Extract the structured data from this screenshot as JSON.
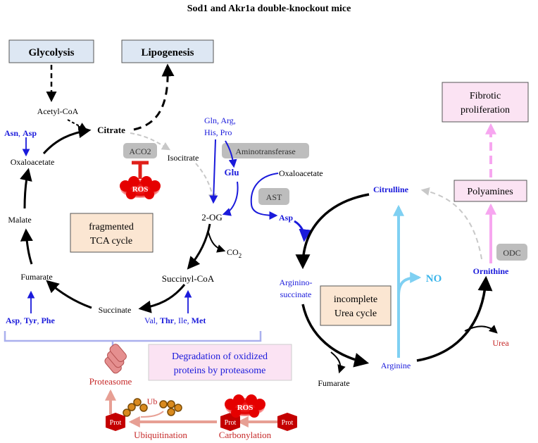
{
  "title": "Sod1 and Akr1a double-knockout mice",
  "boxes": {
    "glycolysis": "Glycolysis",
    "lipogenesis": "Lipogenesis",
    "fibrotic_line1": "Fibrotic",
    "fibrotic_line2": "proliferation",
    "polyamines": "Polyamines",
    "tca_line1": "fragmented",
    "tca_line2": "TCA cycle",
    "urea_line1": "incomplete",
    "urea_line2": "Urea cycle",
    "degradation_line1": "Degradation of oxidized",
    "degradation_line2": "proteins by proteasome"
  },
  "enzymes": {
    "aco2": "ACO2",
    "aminotransferase": "Aminotransferase",
    "ast": "AST",
    "odc": "ODC"
  },
  "tca": {
    "acetyl_coa": "Acetyl-CoA",
    "citrate": "Citrate",
    "isocitrate": "Isocitrate",
    "two_og": "2-OG",
    "co2": "CO",
    "co2_sub": "2",
    "succinyl_coa": "Succinyl-CoA",
    "succinate": "Succinate",
    "fumarate": "Fumarate",
    "malate": "Malate",
    "oxaloacetate": "Oxaloacetate"
  },
  "amino_acids": {
    "asn": "Asn",
    "asp": "Asp",
    "sep": ", ",
    "gln_line1": "Gln, Arg,",
    "gln_line2": "His, Pro",
    "glu": "Glu",
    "oxaloacetate2": "Oxaloacetate",
    "asp2": "Asp",
    "asp3": "Asp",
    "tyr": "Tyr",
    "phe": "Phe",
    "val": "Val",
    "thr": "Thr",
    "ile": "Ile",
    "met": "Met"
  },
  "urea": {
    "citrulline": "Citrulline",
    "arginino_line1": "Arginino-",
    "arginino_line2": "succinate",
    "no": "NO",
    "ornithine": "Ornithine",
    "urea": "Urea",
    "arginine": "Arginine",
    "fumarate2": "Fumarate"
  },
  "proteasome": {
    "proteasome": "Proteasome",
    "ub": "Ub",
    "ubiquitination": "Ubiquitination",
    "carbonylation": "Carbonylation",
    "prot": "Prot",
    "ros": "ROS"
  },
  "colors": {
    "blue": "#1a1adb",
    "red": "#d9262a",
    "box_blue": "#dde7f3",
    "box_pink": "#fbe3f3",
    "box_peach": "#fbe6d2",
    "light_blue": "#7fd0f2",
    "pink_arrow": "#f7a6f0",
    "salmon": "#e79f94"
  }
}
